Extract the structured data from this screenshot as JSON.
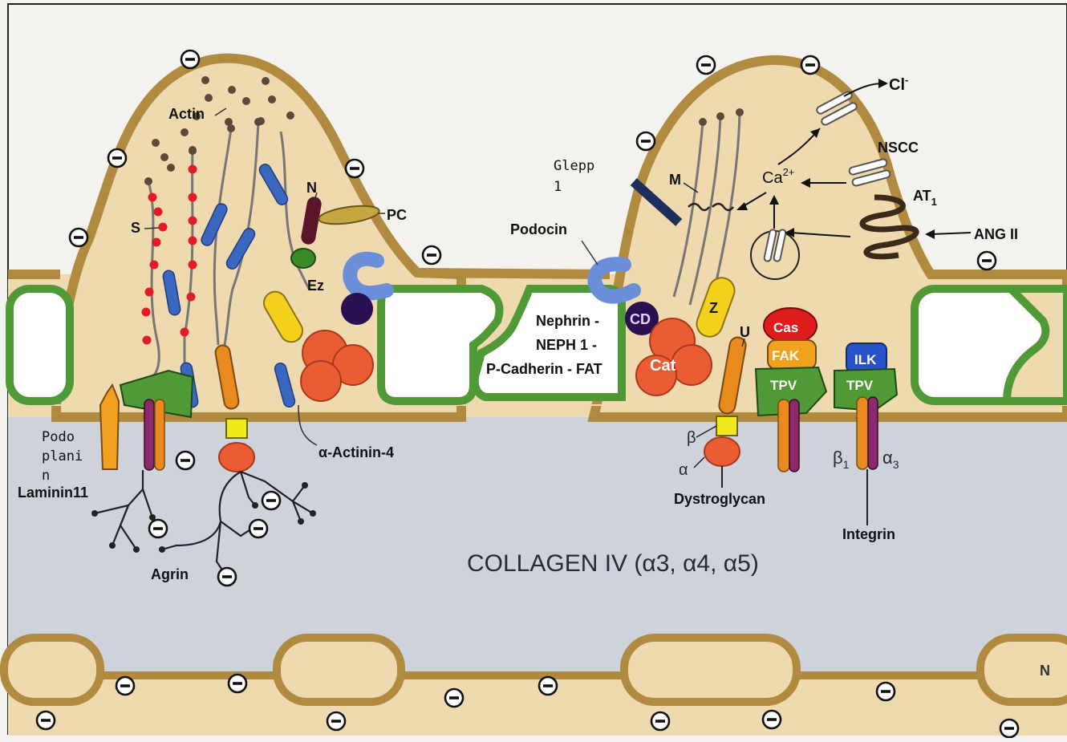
{
  "labels": {
    "actin": "Actin",
    "s": "S",
    "n": "N",
    "pc": "PC",
    "ez": "Ez",
    "alpha_actinin": "α-Actinin-4",
    "podoplanin": [
      "Podo",
      "plani",
      "n"
    ],
    "laminin": "Laminin11",
    "agrin": "Agrin",
    "glepp": [
      "Glepp",
      "1"
    ],
    "podocin": "Podocin",
    "nephrin": [
      "Nephrin -",
      "NEPH 1 -",
      "P-Cadherin - FAT"
    ],
    "cd": "CD",
    "cat": "Cat",
    "z": "Z",
    "u": "U",
    "m": "M",
    "beta": "β",
    "alpha": "α",
    "dystroglycan": "Dystroglycan",
    "cas": "Cas",
    "fak": "FAK",
    "tpv": "TPV",
    "ilk": "ILK",
    "beta1": "β",
    "beta1_sub": "1",
    "alpha3": "α",
    "alpha3_sub": "3",
    "integrin": "Integrin",
    "cl": "Cl",
    "cl_sup": "-",
    "nscc": "NSCC",
    "ca": "Ca",
    "ca_sup": "2+",
    "at": "AT",
    "at_sub": "1",
    "ang": "ANG II",
    "collagen": "COLLAGEN IV (α3, α4, α5)",
    "corner": "N"
  },
  "colors": {
    "cytoplasm": "#efd9ae",
    "membrane": "#b08a3e",
    "gbm": "#cdd2db",
    "slit_green": "#4f9a36",
    "actin_blue": "#3a68c0",
    "orange": "#e88a1e",
    "red_orange": "#ea5d34",
    "yellow": "#f3d01b",
    "purple": "#2a1050",
    "cas_red": "#e01b1b",
    "ilk_blue": "#2a52c8"
  }
}
